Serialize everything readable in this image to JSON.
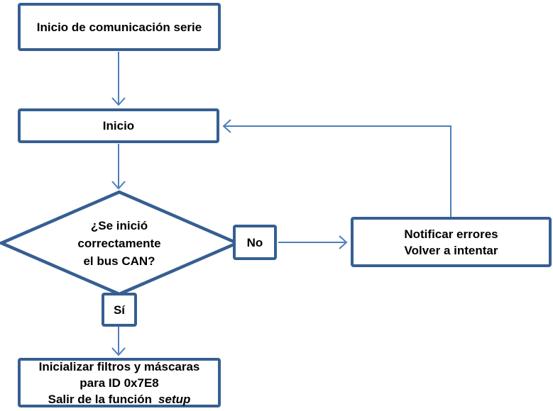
{
  "diagram": {
    "colors": {
      "box_border": "#365F91",
      "diamond_border": "#365F91",
      "connector": "#4C7EBB",
      "text": "#000000",
      "background": "#FFFFFF"
    },
    "nodes": {
      "serial_start": {
        "label": "Inicio de comunicación serie"
      },
      "inicio": {
        "label": "Inicio"
      },
      "decision": {
        "line1": "¿Se inició",
        "line2": "correctamente",
        "line3": "el bus CAN?"
      },
      "no_branch": {
        "label": "No"
      },
      "notify_errors": {
        "line1": "Notificar errores",
        "line2": "Volver a intentar"
      },
      "yes_branch": {
        "label": "Sí"
      },
      "init_filters": {
        "line1": "Inicializar filtros y máscaras",
        "line2": "para ID 0x7E8",
        "line3_prefix": "Salir de la función",
        "line3_italic": "setup"
      }
    }
  }
}
